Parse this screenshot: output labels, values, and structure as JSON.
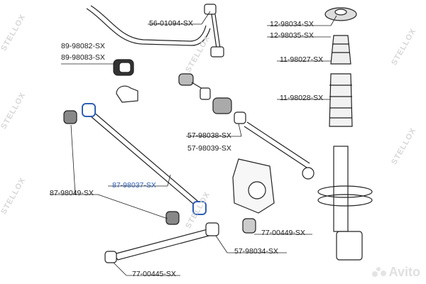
{
  "watermark": {
    "text": "STELLOX"
  },
  "labels": {
    "l_56_01094": "56-01094-SX",
    "l_12_98034": "12-98034-SX",
    "l_12_98035": "12-98035-SX",
    "l_89_98082": "89-98082-SX",
    "l_89_98083": "89-98083-SX",
    "l_11_98027": "11-98027-SX",
    "l_11_98028": "11-98028-SX",
    "l_57_98038": "57-98038-SX",
    "l_57_98039": "57-98039-SX",
    "l_87_98037": "87-98037-SX",
    "l_87_98049": "87-98049-SX",
    "l_77_00449": "77-00449-SX",
    "l_57_98034": "57-98034-SX",
    "l_77_00445": "77-00445-SX"
  },
  "highlight_color": "#2f5fb3",
  "avito": {
    "text": "Avito"
  }
}
